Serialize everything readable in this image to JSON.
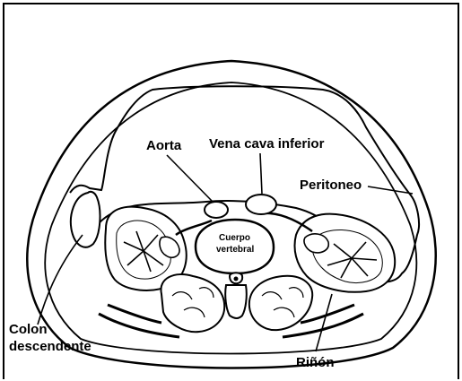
{
  "diagram": {
    "labels": {
      "aorta": "Aorta",
      "vena_cava": "Vena cava inferior",
      "peritoneo": "Peritoneo",
      "cuerpo_line1": "Cuerpo",
      "cuerpo_line2": "vertebral",
      "colon_line1": "Colon",
      "colon_line2": "descendente",
      "rinon": "Riñón"
    }
  }
}
